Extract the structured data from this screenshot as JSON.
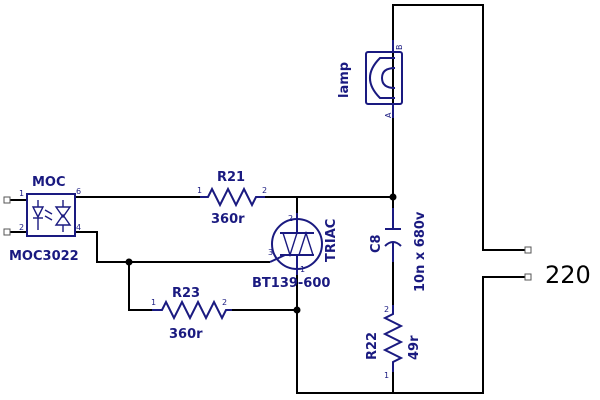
{
  "colors": {
    "wire": "#000000",
    "component": "#1a1a80",
    "background": "#ffffff"
  },
  "components": {
    "moc": {
      "name": "MOC",
      "part": "MOC3022",
      "pins": [
        "1",
        "2",
        "6",
        "4"
      ]
    },
    "r21": {
      "name": "R21",
      "value": "360r",
      "pin1": "1",
      "pin2": "2"
    },
    "r23": {
      "name": "R23",
      "value": "360r",
      "pin1": "1",
      "pin2": "2"
    },
    "triac": {
      "name": "TRIAC",
      "part": "BT139-600",
      "pins": [
        "1",
        "2",
        "3"
      ]
    },
    "c8": {
      "name": "C8",
      "value": "10n x 680v"
    },
    "r22": {
      "name": "R22",
      "value": "49r",
      "pin1": "1",
      "pin2": "2"
    },
    "lamp": {
      "name": "lamp",
      "pinA": "A",
      "pinB": "B"
    }
  },
  "supply": {
    "label": "220"
  }
}
